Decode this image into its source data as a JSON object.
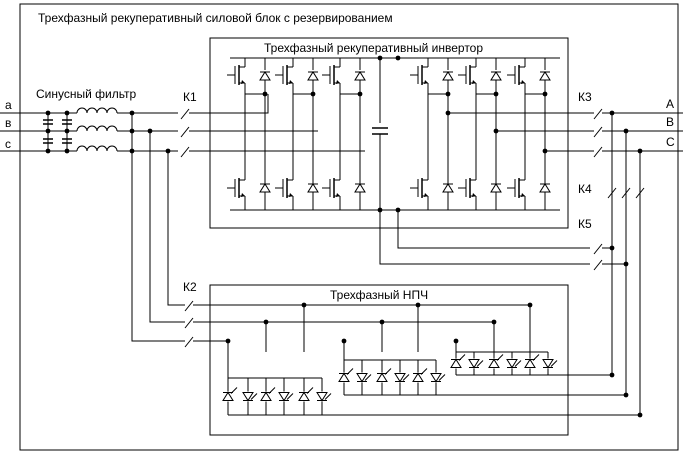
{
  "title": "Трехфазный рекуперативный силовой блок с резервированием",
  "blocks": {
    "filter": "Синусный фильтр",
    "inverter": "Трехфазный рекуперативный инвертор",
    "npch": "Трехфазный НПЧ"
  },
  "inputs": [
    "a",
    "в",
    "c"
  ],
  "outputs": [
    "A",
    "B",
    "C"
  ],
  "contactors": [
    "К1",
    "К2",
    "К3",
    "К4",
    "К5"
  ]
}
